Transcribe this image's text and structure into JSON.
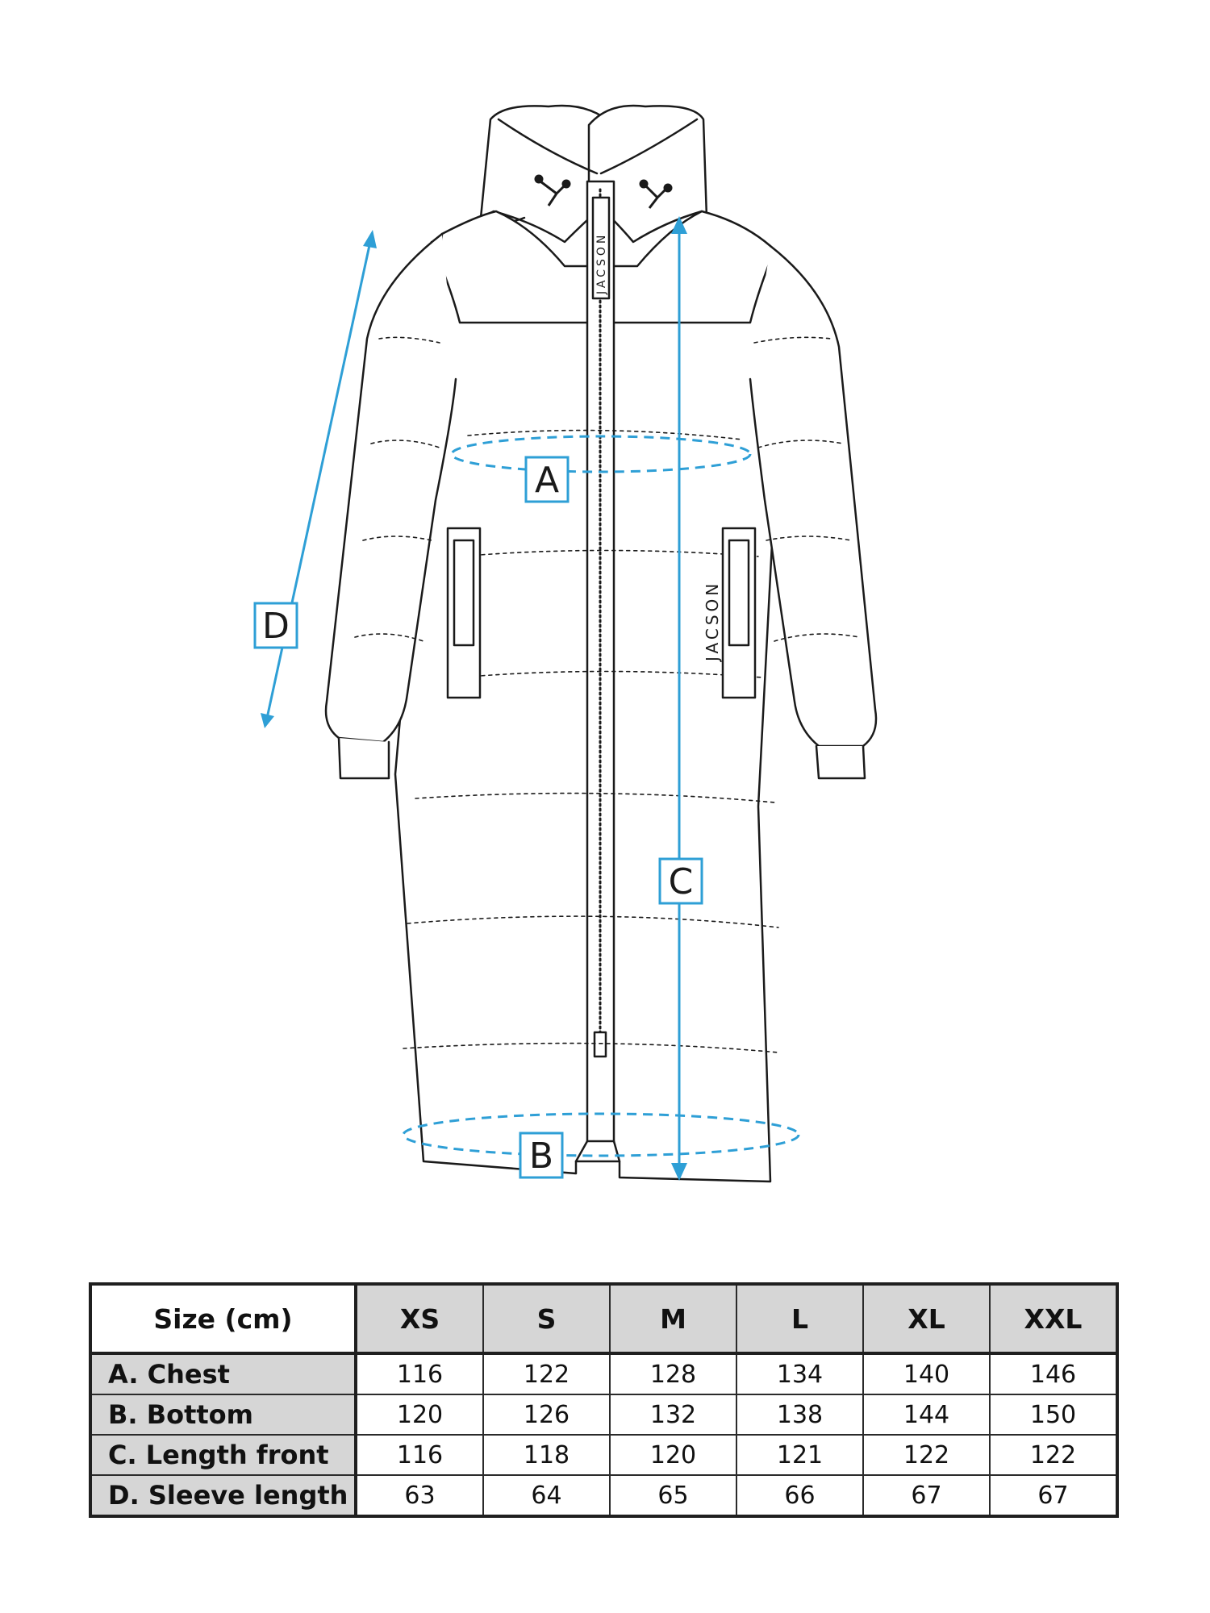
{
  "diagram": {
    "brand_label": "JACSON",
    "measure_labels": {
      "chest": "A",
      "bottom": "B",
      "length_front": "C",
      "sleeve_length": "D"
    },
    "accent_color": "#2e9fd6",
    "line_color": "#1a1a1a"
  },
  "size_table": {
    "header_label": "Size (cm)",
    "sizes": [
      "XS",
      "S",
      "M",
      "L",
      "XL",
      "XXL"
    ],
    "rows": [
      {
        "label": "A. Chest",
        "values": [
          "116",
          "122",
          "128",
          "134",
          "140",
          "146"
        ]
      },
      {
        "label": "B. Bottom",
        "values": [
          "120",
          "126",
          "132",
          "138",
          "144",
          "150"
        ]
      },
      {
        "label": "C. Length front",
        "values": [
          "116",
          "118",
          "120",
          "121",
          "122",
          "122"
        ]
      },
      {
        "label": "D. Sleeve length",
        "values": [
          "63",
          "64",
          "65",
          "66",
          "67",
          "67"
        ]
      }
    ]
  }
}
